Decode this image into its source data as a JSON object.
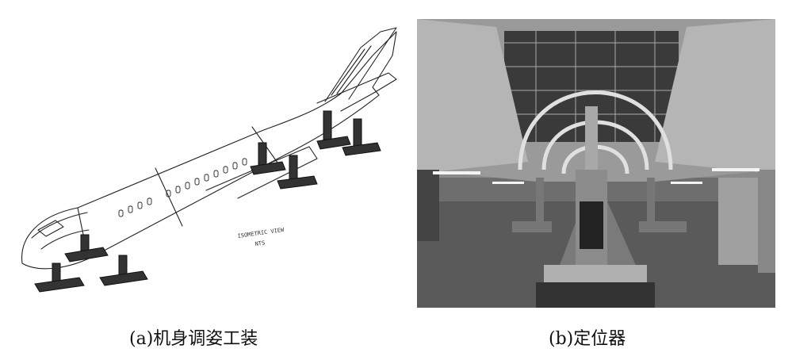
{
  "figure": {
    "panel_a": {
      "caption": "(a)机身调姿工装",
      "drawing_label": "ISOMETRIC VIEW",
      "drawing_sublabel": "NTS"
    },
    "panel_b": {
      "caption": "(b)定位器"
    }
  }
}
